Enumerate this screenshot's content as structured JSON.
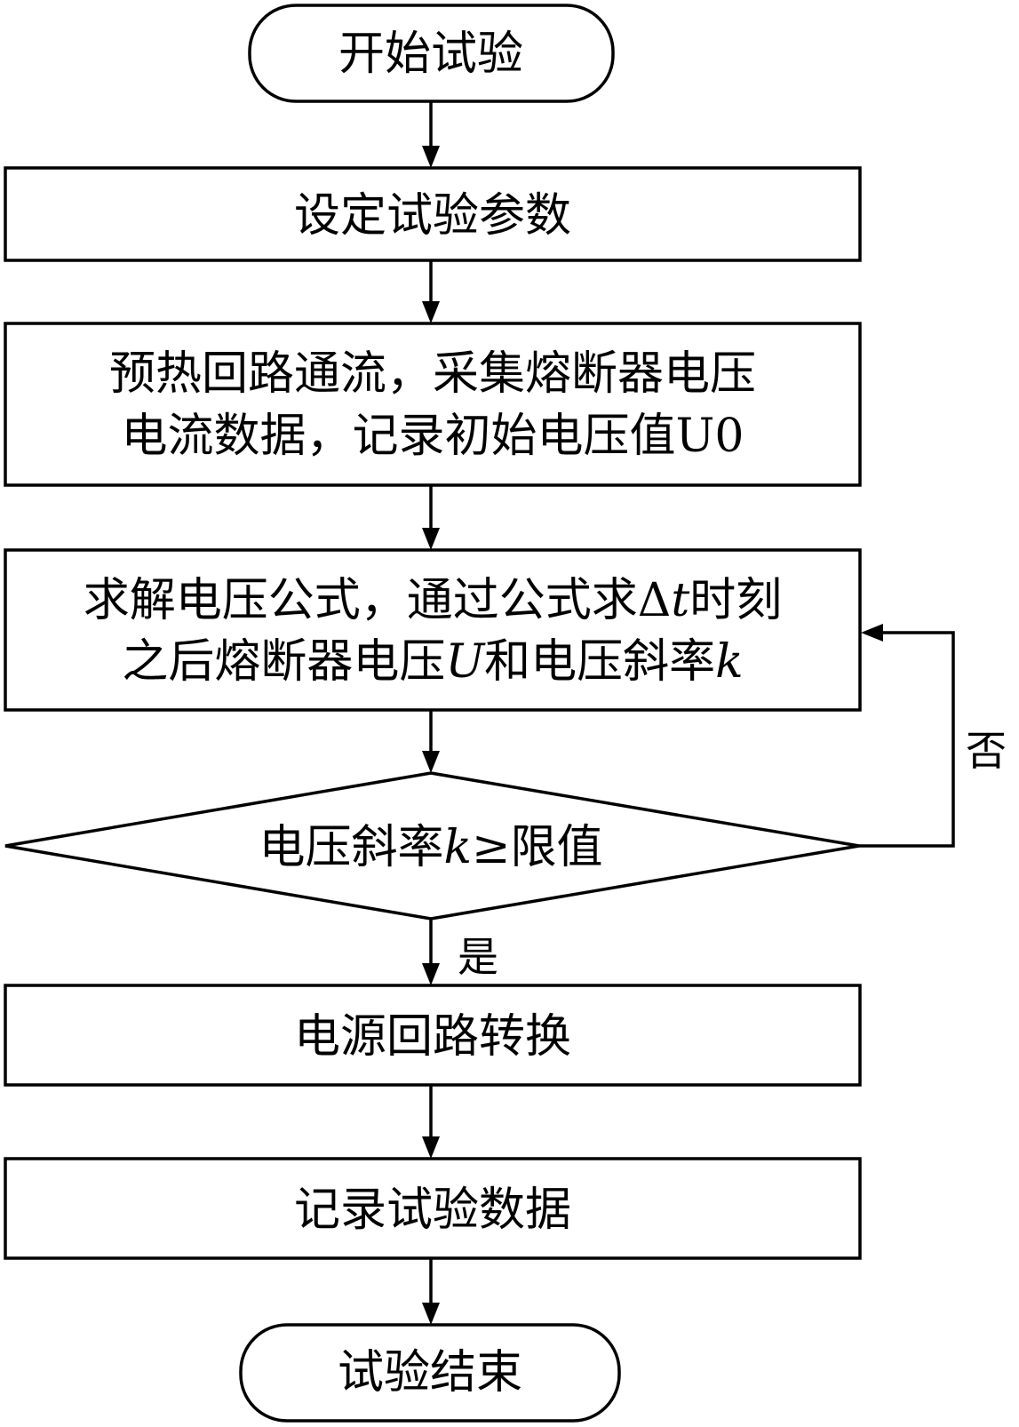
{
  "diagram": {
    "start": "开始试验",
    "step1": "设定试验参数",
    "step2": {
      "line1": "预热回路通流，采集熔断器电压",
      "line2": "电流数据，记录初始电压值U0"
    },
    "step3": {
      "line1_a": "求解电压公式，通过公式求Δ",
      "line1_var": "t",
      "line1_b": "时刻",
      "line2_a": "之后熔断器电压",
      "line2_var1": "U",
      "line2_b": "和电压斜率",
      "line2_var2": "k"
    },
    "decision": {
      "text_a": "电压斜率",
      "text_var": "k",
      "text_b": "≥限值"
    },
    "yes_label": "是",
    "no_label": "否",
    "step4": "电源回路转换",
    "step5": "记录试验数据",
    "end": "试验结束"
  }
}
